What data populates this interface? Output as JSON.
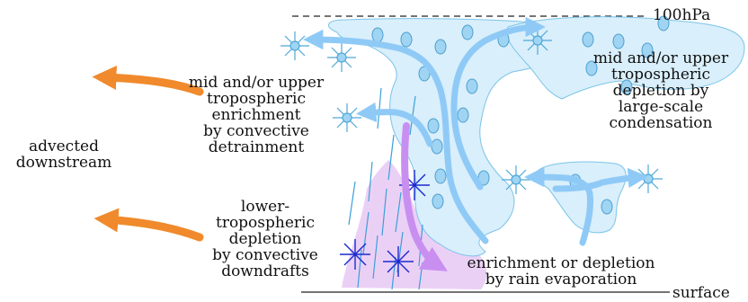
{
  "labels": {
    "top_level": "100hPa",
    "bottom_level": "surface",
    "advected": [
      "advected",
      "downstream"
    ],
    "enrichment": [
      "mid and/or upper",
      "tropospheric",
      "enrichment",
      "by convective",
      "detrainment"
    ],
    "upper_depletion": [
      "mid and/or upper",
      "tropospheric",
      "depletion by",
      "large-scale",
      "condensation"
    ],
    "lower_depletion": [
      "lower-",
      "tropospheric",
      "depletion",
      "by convective",
      "downdrafts"
    ],
    "rain_evaporation": [
      "enrichment or depletion",
      "by rain evaporation"
    ]
  },
  "colors": {
    "cloud_fill": "#d9effb",
    "cloud_stroke": "#7cc4e8",
    "flow_arrow": "#8fcaf7",
    "droplet": "#9fd4f3",
    "rain_line": "#3aa0d8",
    "ice_crystal": "#4fa8d8",
    "downdraft_region": "#e7c8f4",
    "downdraft_arrow": "#c98ff0",
    "snow_crystal": "#1a2ad0",
    "advection_arrow": "#f08a2c"
  }
}
